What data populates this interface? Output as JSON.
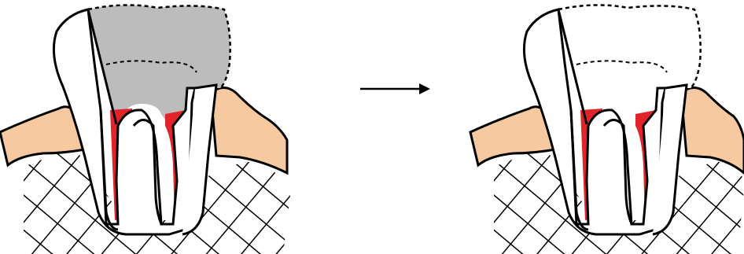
{
  "colors": {
    "gum": "#f6c9a0",
    "pulp": "#e0242a",
    "removed_crown": "#bcbcbc",
    "outline": "#000000",
    "background": "#ffffff"
  },
  "panels": [
    {
      "state": "before",
      "crown_fill": "removed_crown"
    },
    {
      "state": "after",
      "crown_fill": "background"
    }
  ],
  "arrow": {
    "direction": "right"
  }
}
